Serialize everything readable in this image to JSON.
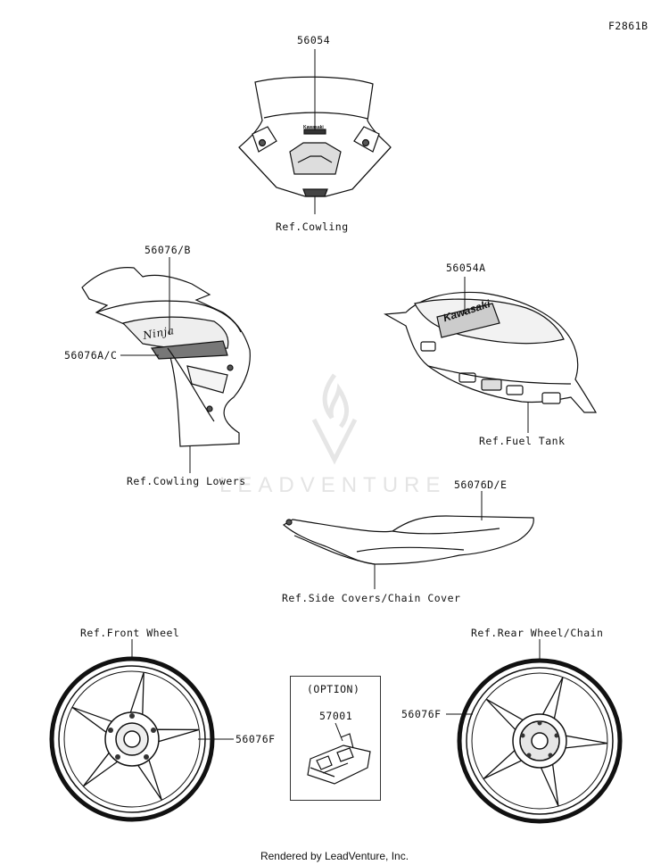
{
  "figure_code": "F2861B",
  "labels": {
    "windscreen_part": "56054",
    "ref_cowling": "Ref.Cowling",
    "cowling_part_b": "56076/B",
    "cowling_part_c": "56076A/C",
    "ref_cowling_lowers": "Ref.Cowling Lowers",
    "tank_part": "56054A",
    "ref_fuel_tank": "Ref.Fuel Tank",
    "side_part": "56076D/E",
    "ref_side_covers": "Ref.Side Covers/Chain Cover",
    "ref_front_wheel": "Ref.Front Wheel",
    "front_wheel_part": "56076F",
    "option_title": "(OPTION)",
    "option_part": "57001",
    "ref_rear_wheel": "Ref.Rear Wheel/Chain",
    "rear_wheel_part": "56076F"
  },
  "decal_text": {
    "windscreen_logo": "Kawasaki",
    "tank_logo": "Kawasaki",
    "cowling_logo": "Ninja"
  },
  "watermark": "LEADVENTURE",
  "footer": "Rendered by LeadVenture, Inc."
}
